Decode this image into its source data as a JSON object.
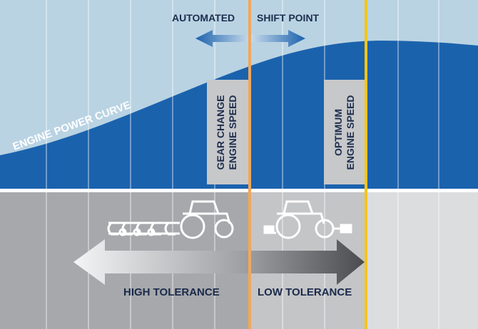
{
  "labels": {
    "automated": "AUTOMATED",
    "shift_point": "SHIFT POINT",
    "engine_power_curve": "ENGINE POWER CURVE",
    "gear_change_line1": "GEAR CHANGE",
    "gear_change_line2": "ENGINE SPEED",
    "optimum_line1": "OPTIMUM",
    "optimum_line2": "ENGINE SPEED",
    "high_tolerance": "HIGH TOLERANCE",
    "low_tolerance": "LOW TOLERANCE"
  },
  "icons": {
    "shift_arrow": "double-headed-arrow-icon",
    "tractor_plough": "tractor-with-plough-icon",
    "tractor_mower": "tractor-with-mowers-icon",
    "tolerance_arrow": "gradient-double-arrow-icon"
  },
  "colors": {
    "sky": "#b9d3e3",
    "power_curve": "#1b62ad",
    "label_box": "#c7c8ca",
    "ground_left": "#a6a8ab",
    "ground_mid": "#c4c5c7",
    "ground_right": "#dcdddf",
    "gear_change_line": "#f0a75c",
    "optimum_line": "#f5c518",
    "tolerance_text": "#1a2a4a",
    "top_text": "#1e2e4e"
  }
}
